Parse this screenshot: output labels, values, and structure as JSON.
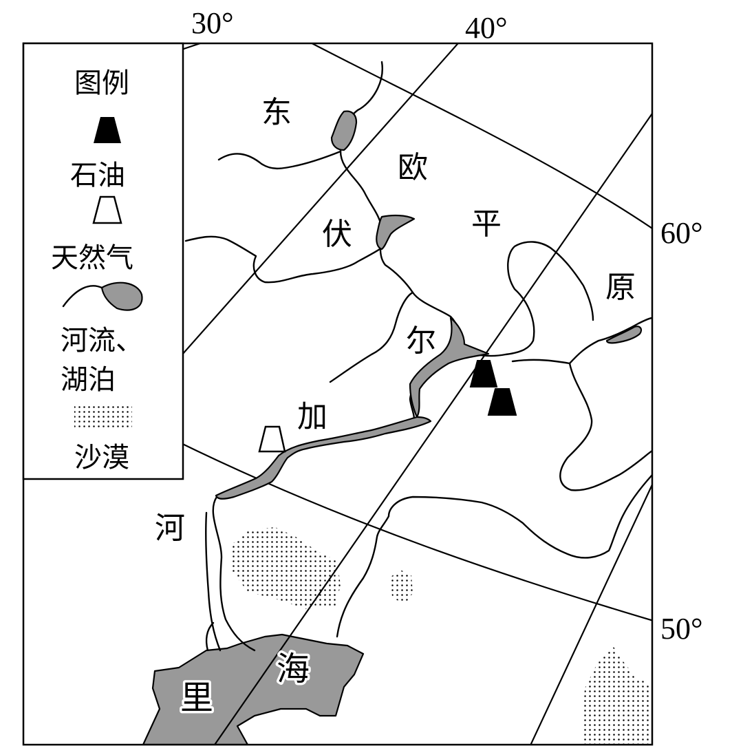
{
  "coordinates": {
    "lon_30": "30°",
    "lon_40": "40°",
    "lat_60": "60°",
    "lat_50": "50°"
  },
  "labels": {
    "dong": "东",
    "ou": "欧",
    "ping": "平",
    "yuan": "原",
    "fu": "伏",
    "er": "尔",
    "jia": "加",
    "he": "河",
    "li": "里",
    "hai": "海"
  },
  "legend": {
    "title": "图例",
    "oil": "石油",
    "gas": "天然气",
    "river_lake_1": "河流、",
    "river_lake_2": "湖泊",
    "desert": "沙漠"
  },
  "colors": {
    "water": "#999999",
    "land": "#ffffff",
    "line": "#000000",
    "oil_symbol": "#000000",
    "gas_symbol": "#ffffff"
  },
  "symbols": {
    "oil": "filled-trapezoid",
    "gas": "hollow-trapezoid",
    "desert": "dot-pattern"
  }
}
